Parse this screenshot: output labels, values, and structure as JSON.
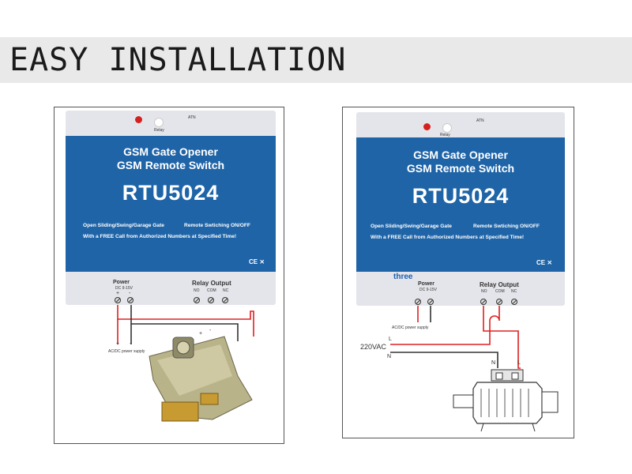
{
  "banner": {
    "title": "EASY INSTALLATION"
  },
  "device": {
    "led_atn": "ATN",
    "led_relay": "Relay",
    "line1": "GSM Gate Opener",
    "line2": "GSM Remote Switch",
    "model": "RTU5024",
    "feature_left": "Open Sliding/Swing/Garage Gate",
    "feature_right": "Remote Swtiching ON/OFF",
    "feature_line2": "With a FREE Call from Authorized Numbers at Specified Time!",
    "ce_mark": "CE ⨯",
    "power_label": "Power",
    "power_voltage": "DC 9-15V",
    "relay_label": "Relay Output",
    "no": "NO",
    "com": "COM",
    "nc": "NC",
    "plus": "+",
    "minus": "-"
  },
  "left_diagram": {
    "supply_label": "AC/DC power supply",
    "plus": "+",
    "minus": "-"
  },
  "right_diagram": {
    "annotation": "three",
    "supply_label": "AC/DC power supply",
    "voltage": "220VAC",
    "l": "L",
    "n": "N",
    "motor_n": "N",
    "motor_l": "L"
  },
  "colors": {
    "blue_panel": "#1f64a7",
    "wire_red": "#e02020",
    "wire_dark": "#333333"
  }
}
